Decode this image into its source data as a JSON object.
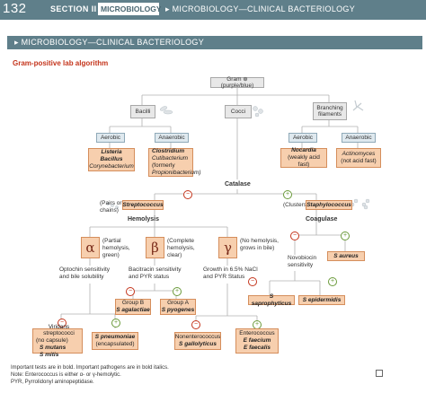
{
  "header": {
    "page_number": "132",
    "section": "SECTION II",
    "subject": "MICROBIOLOGY",
    "breadcrumb": "▸ MICROBIOLOGY—CLINICAL BACTERIOLOGY"
  },
  "banner": "▸ MICROBIOLOGY—CLINICAL BACTERIOLOGY",
  "title": "Gram-positive lab algorithm",
  "tree": {
    "root": "Gram ⊕ (purple/blue)",
    "bacilli": "Bacilli",
    "cocci": "Cocci",
    "branching": [
      "Branching",
      "filaments"
    ],
    "aerobic1": "Aerobic",
    "anaerobic1": "Anaerobic",
    "aerobic2": "Aerobic",
    "anaerobic2": "Anaerobic",
    "listeria": [
      "Listeria",
      "Bacillus",
      "Corynebacterium"
    ],
    "clostridium": [
      "Clostridium",
      "Cutibacterium",
      "(formerly",
      "Propionibacterium)"
    ],
    "nocardia": [
      "Nocardia",
      "(weakly acid fast)"
    ],
    "actinomyces": [
      "Actinomyces",
      "(not acid fast)"
    ],
    "catalase": "Catalase",
    "pairs": [
      "(Pairs or",
      "chains)"
    ],
    "streptococcus": "Streptococcus",
    "clusters": "(Clusters)",
    "staphylococcus": "Staphylococcus",
    "hemolysis": "Hemolysis",
    "coagulase": "Coagulase",
    "alpha": "α",
    "beta": "β",
    "gamma": "γ",
    "alpha_desc": [
      "(Partial",
      "hemolysis,",
      "green)"
    ],
    "beta_desc": [
      "(Complete",
      "hemolysis,",
      "clear)"
    ],
    "gamma_desc": [
      "(No hemolysis,",
      "grows in bile)"
    ],
    "optochin": [
      "Optochin sensitivity",
      "and bile solubility"
    ],
    "bacitracin": [
      "Bacitracin sensitivity",
      "and PYR status"
    ],
    "growth": [
      "Growth in 6.5% NaCl",
      "and PYR Status"
    ],
    "novobiocin": [
      "Novobiocin",
      "sensitivity"
    ],
    "s_aureus": "S aureus",
    "group_b": [
      "Group B",
      "S agalactiae"
    ],
    "group_a": [
      "Group A",
      "S pyogenes"
    ],
    "s_sapro": "S saprophyticus",
    "s_epi": "S epidermidis",
    "viridans": [
      "Viridans streptococci",
      "(no capsule)",
      "S mutans",
      "S mitis"
    ],
    "pneumo": [
      "S pneumoniae",
      "(encapsulated)"
    ],
    "nonentero": [
      "Nonenterococcus",
      "S gallolyticus"
    ],
    "entero": [
      "Enterococcus",
      "E faecium",
      "E faecalis"
    ],
    "plus": "+",
    "minus": "−"
  },
  "footnotes": [
    "Important tests are in bold. Important pathogens are in bold italics.",
    "Note: Enterococcus is either α- or γ-hemolytic.",
    "PYR, Pyrrolidonyl aminopeptidase."
  ],
  "colors": {
    "header": "#5f7f8a",
    "accent": "#c4341b",
    "orange": "#f7cfae",
    "blue": "#dfe9ef"
  }
}
